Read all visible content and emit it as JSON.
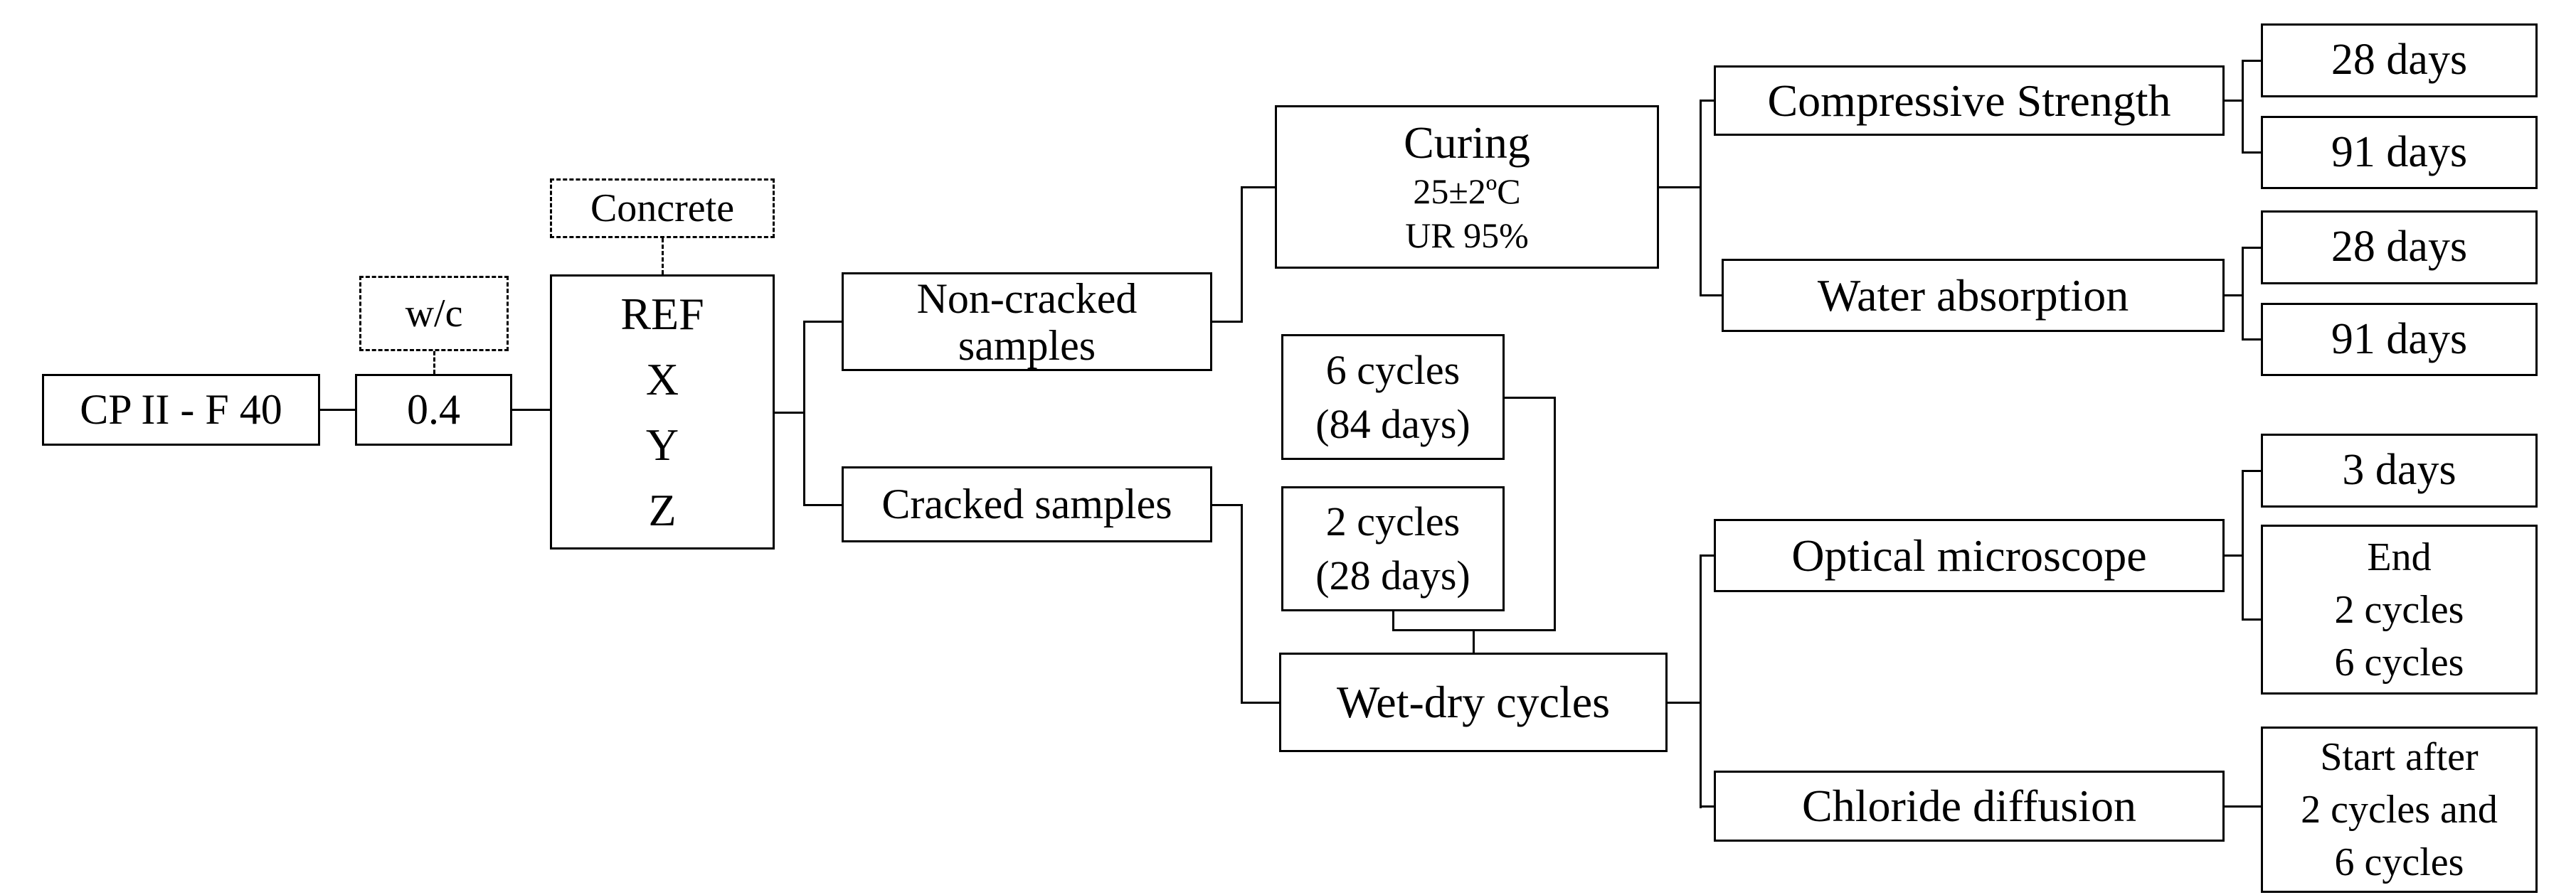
{
  "figure": {
    "background_color": "#ffffff",
    "line_color": "#000000"
  },
  "nodes": {
    "cement": {
      "label": "CP II - F 40"
    },
    "wc": {
      "label": "w/c"
    },
    "wc_value": {
      "label": "0.4"
    },
    "concrete": {
      "label": "Concrete"
    },
    "mixes": {
      "lines": [
        "REF",
        "X",
        "Y",
        "Z"
      ]
    },
    "noncracked": {
      "lines": [
        "Non-cracked",
        "samples"
      ]
    },
    "cracked": {
      "label": "Cracked samples"
    },
    "curing": {
      "lines": [
        "Curing",
        "25±2ºC",
        "UR 95%"
      ]
    },
    "cycles6": {
      "lines": [
        "6 cycles",
        "(84 days)"
      ]
    },
    "cycles2": {
      "lines": [
        "2 cycles",
        "(28 days)"
      ]
    },
    "wetdry": {
      "label": "Wet-dry cycles"
    },
    "compressive": {
      "label": "Compressive Strength"
    },
    "compressive_28": {
      "label": "28 days"
    },
    "compressive_91": {
      "label": "91 days"
    },
    "water": {
      "label": "Water absorption"
    },
    "water_28": {
      "label": "28 days"
    },
    "water_91": {
      "label": "91 days"
    },
    "optical": {
      "label": "Optical microscope"
    },
    "optical_3d": {
      "label": "3 days"
    },
    "optical_end": {
      "lines": [
        "End",
        "2 cycles",
        "6 cycles"
      ]
    },
    "chloride": {
      "label": "Chloride diffusion"
    },
    "chloride_start": {
      "lines": [
        "Start after",
        "2 cycles and",
        "6 cycles"
      ]
    }
  }
}
